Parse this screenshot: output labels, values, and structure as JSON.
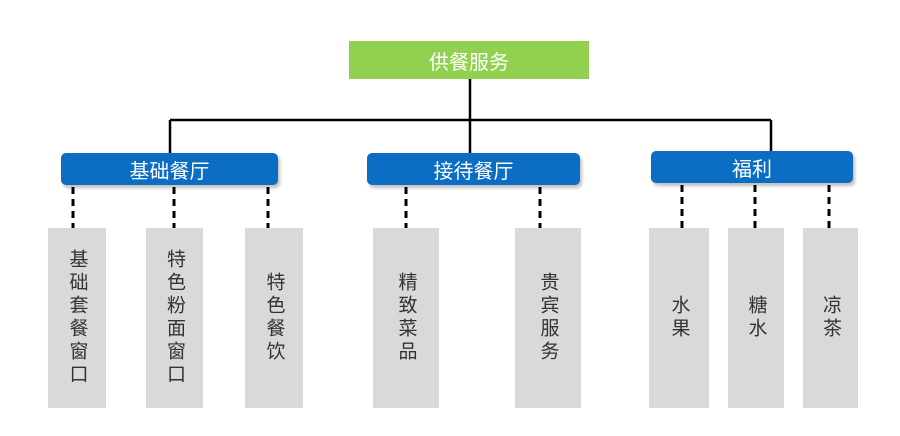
{
  "root": {
    "label": "供餐服务",
    "color": "#92d050"
  },
  "categories": [
    {
      "label": "基础餐厅",
      "color": "#0b6dc4",
      "children": [
        {
          "label": "基础套餐窗口"
        },
        {
          "label": "特色粉面窗口"
        },
        {
          "label": "特色餐饮"
        }
      ]
    },
    {
      "label": "接待餐厅",
      "color": "#0b6dc4",
      "children": [
        {
          "label": "精致菜品"
        },
        {
          "label": "贵宾服务"
        }
      ]
    },
    {
      "label": "福利",
      "color": "#0b6dc4",
      "children": [
        {
          "label": "水果"
        },
        {
          "label": "糖水"
        },
        {
          "label": "凉茶"
        }
      ]
    }
  ],
  "leaf_color": "#d9d9d9"
}
